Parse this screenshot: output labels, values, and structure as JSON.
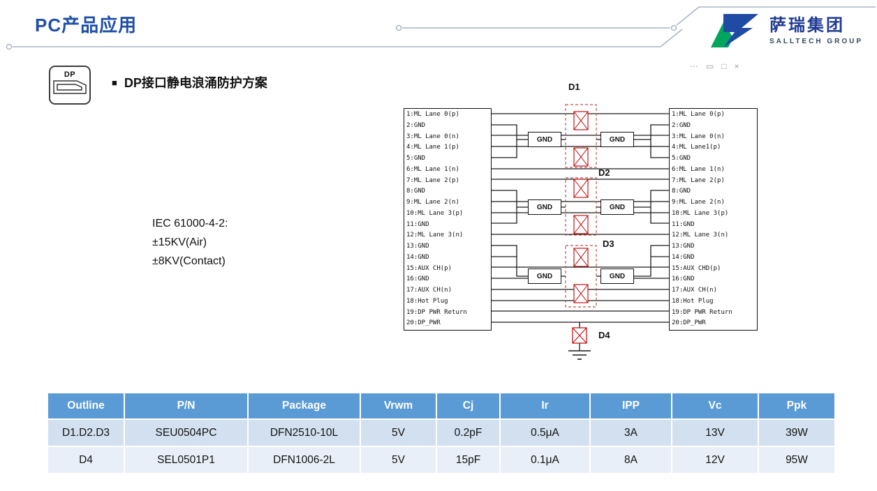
{
  "header": {
    "title": "PC产品应用",
    "logo_cn": "萨瑞集团",
    "logo_en": "SALLTECH GROUP"
  },
  "section": {
    "bullet": "■",
    "title": "DP接口静电浪涌防护方案",
    "dp_badge": "DP",
    "iec_lines": [
      "IEC 61000-4-2:",
      "±15KV(Air)",
      "±8KV(Contact)"
    ]
  },
  "diagram": {
    "gnd": "GND",
    "labels": {
      "d1": "D1",
      "d2": "D2",
      "d3": "D3",
      "d4": "D4"
    },
    "toolbar_icons": {
      "more": "⋯",
      "shape": "▭",
      "window": "□",
      "close": "×"
    },
    "left_pins": [
      "1:ML Lane 0(p)",
      "2:GND",
      "3:ML Lane 0(n)",
      "4:ML Lane 1(p)",
      "5:GND",
      "6:ML Lane 1(n)",
      "7:ML Lane 2(p)",
      "8:GND",
      "9:ML Lane 2(n)",
      "10:ML Lane 3(p)",
      "11:GND",
      "12:ML Lane 3(n)",
      "13:GND",
      "14:GND",
      "15:AUX CH(p)",
      "16:GND",
      "17:AUX CH(n)",
      "18:Hot Plug",
      "19:DP PWR Return",
      "20:DP_PWR"
    ],
    "right_pins": [
      "1:ML Lane 0(p)",
      "2:GND",
      "3:ML Lane 0(n)",
      "4:ML Lane1(p)",
      "5:GND",
      "6:ML Lane 1(n)",
      "7:ML Lane 2(p)",
      "8:GND",
      "9:ML Lane 2(n)",
      "10:ML Lane 3(p)",
      "11:GND",
      "12:ML Lane 3(n)",
      "13:GND",
      "14:GND",
      "15:AUX CHD(p)",
      "16:GND",
      "17:AUX CH(n)",
      "18:Hot Plug",
      "19:DP PWR Return",
      "20:DP_PWR"
    ]
  },
  "table": {
    "headers": [
      "Outline",
      "P/N",
      "Package",
      "Vrwm",
      "Cj",
      "Ir",
      "IPP",
      "Vc",
      "Ppk"
    ],
    "rows": [
      [
        "D1.D2.D3",
        "SEU0504PC",
        "DFN2510-10L",
        "5V",
        "0.2pF",
        "0.5μA",
        "3A",
        "13V",
        "39W"
      ],
      [
        "D4",
        "SEL0501P1",
        "DFN1006-2L",
        "5V",
        "15pF",
        "0.1μA",
        "8A",
        "12V",
        "95W"
      ]
    ]
  },
  "colors": {
    "title_blue": "#1d4ea8",
    "table_header_blue": "#5b9bd5",
    "table_row_a": "#d3e0ef",
    "table_row_b": "#e9eff8",
    "device_red": "#c00000",
    "logo_blue": "#1f4ba5",
    "logo_green": "#00a65e"
  }
}
